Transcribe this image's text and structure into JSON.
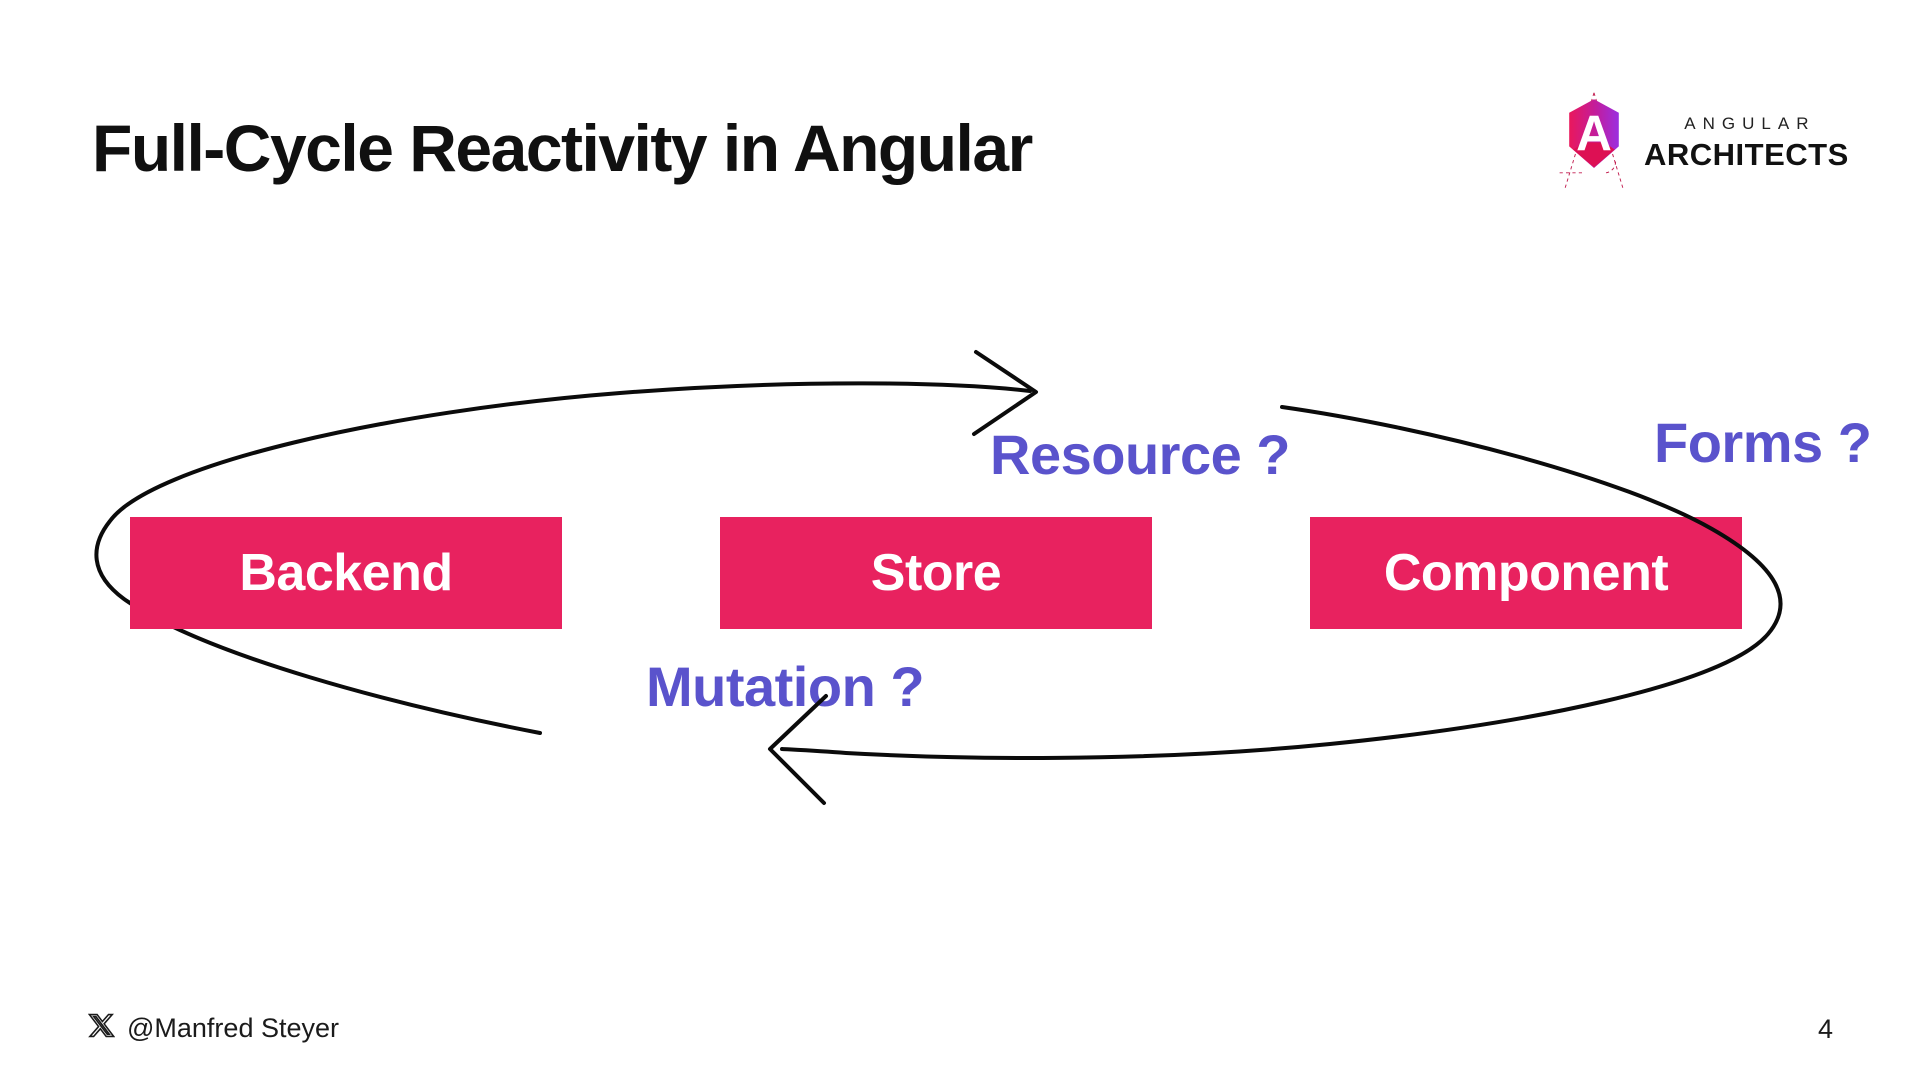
{
  "slide": {
    "title": "Full-Cycle Reactivity in Angular",
    "page_number": "4"
  },
  "logo": {
    "top_text": "ANGULAR",
    "bottom_text": "ARCHITECTS"
  },
  "diagram": {
    "boxes": [
      {
        "label": "Backend"
      },
      {
        "label": "Store"
      },
      {
        "label": "Component"
      }
    ],
    "annotations": [
      {
        "text": "Resource ?"
      },
      {
        "text": "Forms ?"
      },
      {
        "text": "Mutation ?"
      }
    ],
    "colors": {
      "box_fill": "#E8225F",
      "box_text": "#FFFFFF",
      "annotation_text": "#5A53CC",
      "arrow_stroke": "#0B0B0B",
      "logo_pink": "#E9185C",
      "logo_purple": "#9B2FE0"
    }
  },
  "footer": {
    "handle": "@Manfred Steyer"
  }
}
